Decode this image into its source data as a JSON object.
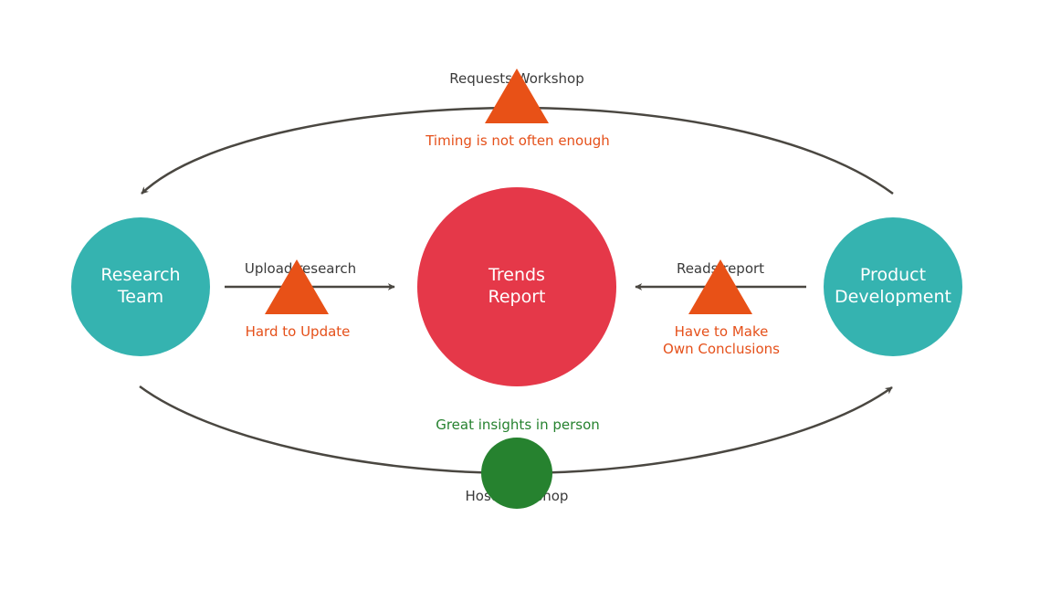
{
  "colors": {
    "team": "#35b3b0",
    "report": "#e53849",
    "issue": "#e85117",
    "issue_text": "#e5501a",
    "positive": "#26822f",
    "edge": "#4a4741"
  },
  "nodes": {
    "research_team": {
      "line1": "Research",
      "line2": "Team"
    },
    "trends_report": {
      "line1": "Trends",
      "line2": "Report"
    },
    "product_development": {
      "line1": "Product",
      "line2": "Development"
    }
  },
  "edges": {
    "requests_workshop": "Requests Workshop",
    "upload_research": "Upload research",
    "reads_report": "Reads report",
    "host_workshop": "Host Workshop"
  },
  "issues": {
    "timing": "Timing is not often enough",
    "hard_to_update": "Hard to Update",
    "conclusions_line1": "Have to Make",
    "conclusions_line2": "Own Conclusions"
  },
  "positives": {
    "insights": "Great insights in person"
  }
}
